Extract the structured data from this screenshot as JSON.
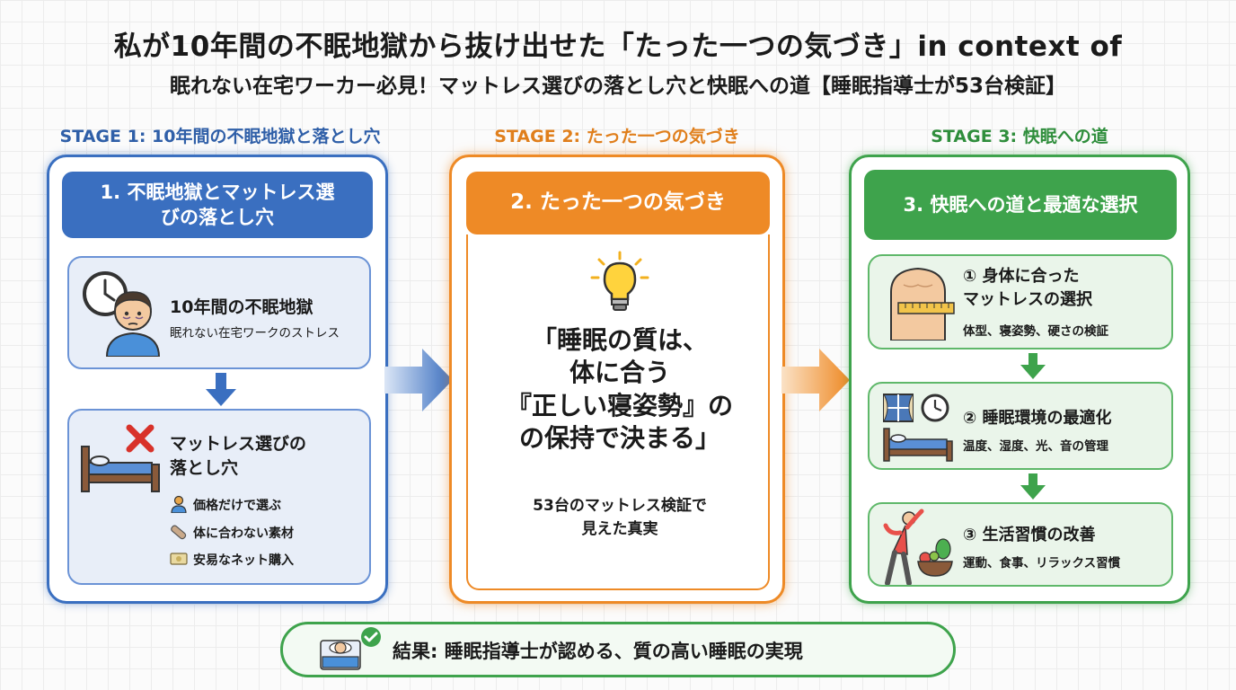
{
  "title": "私が10年間の不眠地獄から抜け出せた「たった一つの気づき」in context of",
  "subtitle": "眠れない在宅ワーカー必見！マットレス選びの落とし穴と快眠への道【睡眠指導士が53台検証】",
  "stages": [
    {
      "label": "STAGE 1: 10年間の不眠地獄と落とし穴",
      "color": "#2f5fa8"
    },
    {
      "label": "STAGE 2: たった一つの気づき",
      "color": "#e07f1c"
    },
    {
      "label": "STAGE 3: 快眠への道",
      "color": "#2f8e3c"
    }
  ],
  "stage1": {
    "header_line1": "1. 不眠地獄とマットレス選",
    "header_line2": "びの落とし穴",
    "card1_title": "10年間の不眠地獄",
    "card1_sub": "眠れない在宅ワークのストレス",
    "card2_title_line1": "マットレス選びの",
    "card2_title_line2": "落とし穴",
    "bullets": [
      "価格だけで選ぶ",
      "体に合わない素材",
      "安易なネット購入"
    ]
  },
  "stage2": {
    "header": "2. たった一つの気づき",
    "quote_lines": [
      "「睡眠の質は、",
      "体に合う",
      "『正しい寝姿勢』の",
      "の保持で決まる」"
    ],
    "note_line1": "53台のマットレス検証で",
    "note_line2": "見えた真実"
  },
  "stage3": {
    "header": "3. 快眠への道と最適な選択",
    "step1_line1": "① 身体に合った",
    "step1_line2": "マットレスの選択",
    "step1_sub": "体型、寝姿勢、硬さの検証",
    "step2_title": "② 睡眠環境の最適化",
    "step2_sub": "温度、湿度、光、音の管理",
    "step3_title": "③ 生活習慣の改善",
    "step3_sub": "運動、食事、リラックス習慣"
  },
  "result": "結果: 睡眠指導士が認める、質の高い睡眠の実現",
  "colors": {
    "blue": "#3a6fc0",
    "orange": "#ee8a26",
    "green": "#3ea34c"
  },
  "icons": [
    "clock-icon",
    "tired-person-icon",
    "cross-icon",
    "bed-icon",
    "person-icon",
    "bandage-icon",
    "money-icon",
    "lightbulb-icon",
    "body-measure-icon",
    "window-icon",
    "clock-icon",
    "bed-icon",
    "exercise-icon",
    "vegetables-icon",
    "sleeping-person-icon",
    "check-icon"
  ]
}
